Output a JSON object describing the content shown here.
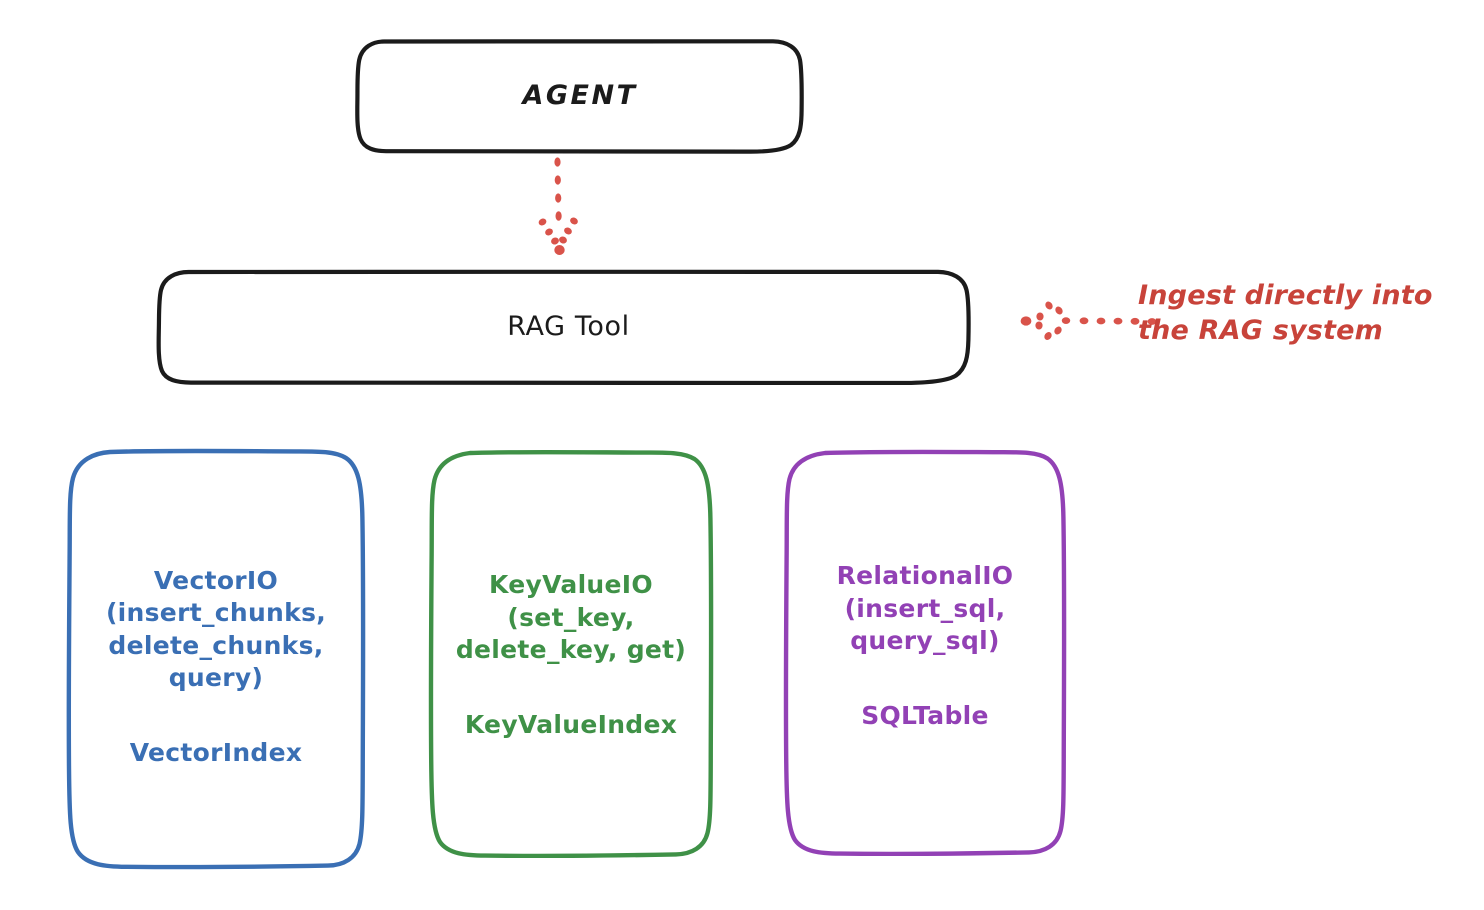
{
  "diagram": {
    "title": "RAG Tool architecture",
    "background": "#ffffff",
    "nodes": {
      "agent": {
        "label": "AGENT",
        "stroke": "#1b1b1b",
        "shape": "rounded-rectangle"
      },
      "rag_tool": {
        "label": "RAG Tool",
        "stroke": "#1b1b1b",
        "shape": "rounded-rectangle"
      },
      "vector_io": {
        "api_label": "VectorIO\n(insert_chunks,\ndelete_chunks,\nquery)",
        "index_label": "VectorIndex",
        "stroke": "#3a6fb4",
        "shape": "rounded-rectangle"
      },
      "key_value_io": {
        "api_label": "KeyValueIO\n(set_key,\ndelete_key, get)",
        "index_label": "KeyValueIndex",
        "stroke": "#3f9147",
        "shape": "rounded-rectangle"
      },
      "relational_io": {
        "api_label": "RelationalIO\n(insert_sql,\nquery_sql)",
        "index_label": "SQLTable",
        "stroke": "#9241b5",
        "shape": "rounded-rectangle"
      }
    },
    "annotations": {
      "ingest_note": {
        "text": "Ingest directly into\nthe RAG system",
        "color": "#c8433a"
      }
    },
    "connectors": {
      "agent_to_rag": {
        "style": "dotted",
        "color": "#d9534a",
        "direction": "down",
        "from": "agent",
        "to": "rag_tool",
        "arrow_head": "dotted-chevron"
      },
      "note_to_rag": {
        "style": "dotted",
        "color": "#d9534a",
        "direction": "left",
        "from": "ingest_note",
        "to": "rag_tool",
        "arrow_head": "dotted-chevron"
      }
    },
    "palette": {
      "black": "#1b1b1b",
      "blue": "#3a6fb4",
      "green": "#3f9147",
      "purple": "#9241b5",
      "red": "#c8433a",
      "red_arrow": "#d9534a"
    }
  }
}
